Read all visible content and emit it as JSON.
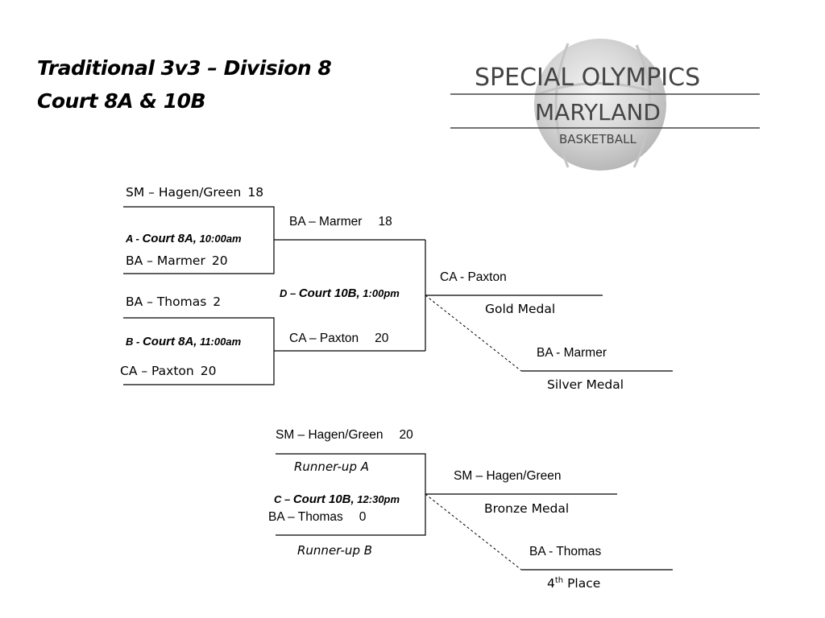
{
  "title": {
    "line1": "Traditional 3v3 – Division 8",
    "line2": "Court 8A & 10B"
  },
  "logo": {
    "line1": "SPECIAL OLYMPICS",
    "line2": "MARYLAND",
    "line3": "BASKETBALL"
  },
  "round1": {
    "game_a": {
      "label_prefix": "A - ",
      "court": "Court 8A,",
      "time": " 10:00am",
      "team1": "SM – Hagen/Green",
      "score1": "18",
      "team2": "BA – Marmer",
      "score2": "20"
    },
    "game_b": {
      "label_prefix": "B - ",
      "court": "Court 8A,",
      "time": " 11:00am",
      "team1": "BA – Thomas",
      "score1": "2",
      "team2": "CA – Paxton",
      "score2": "20"
    }
  },
  "final": {
    "label_prefix": "D – ",
    "court": "Court 10B,",
    "time": " 1:00pm",
    "team1": "BA – Marmer",
    "score1": "18",
    "team2": "CA – Paxton",
    "score2": "20",
    "gold_team": "CA - Paxton",
    "gold_label": "Gold Medal",
    "silver_team": "BA - Marmer",
    "silver_label": "Silver Medal"
  },
  "consolation": {
    "label_prefix": "C – ",
    "court": "Court 10B,",
    "time": " 12:30pm",
    "team1": "SM – Hagen/Green",
    "score1": "20",
    "slot1": "Runner-up A",
    "team2": "BA – Thomas",
    "score2": "0",
    "slot2": "Runner-up B",
    "bronze_team": "SM – Hagen/Green",
    "bronze_label": "Bronze Medal",
    "fourth_team": "BA - Thomas",
    "fourth_label_base": "4",
    "fourth_label_sup": "th",
    "fourth_label_rest": " Place"
  }
}
